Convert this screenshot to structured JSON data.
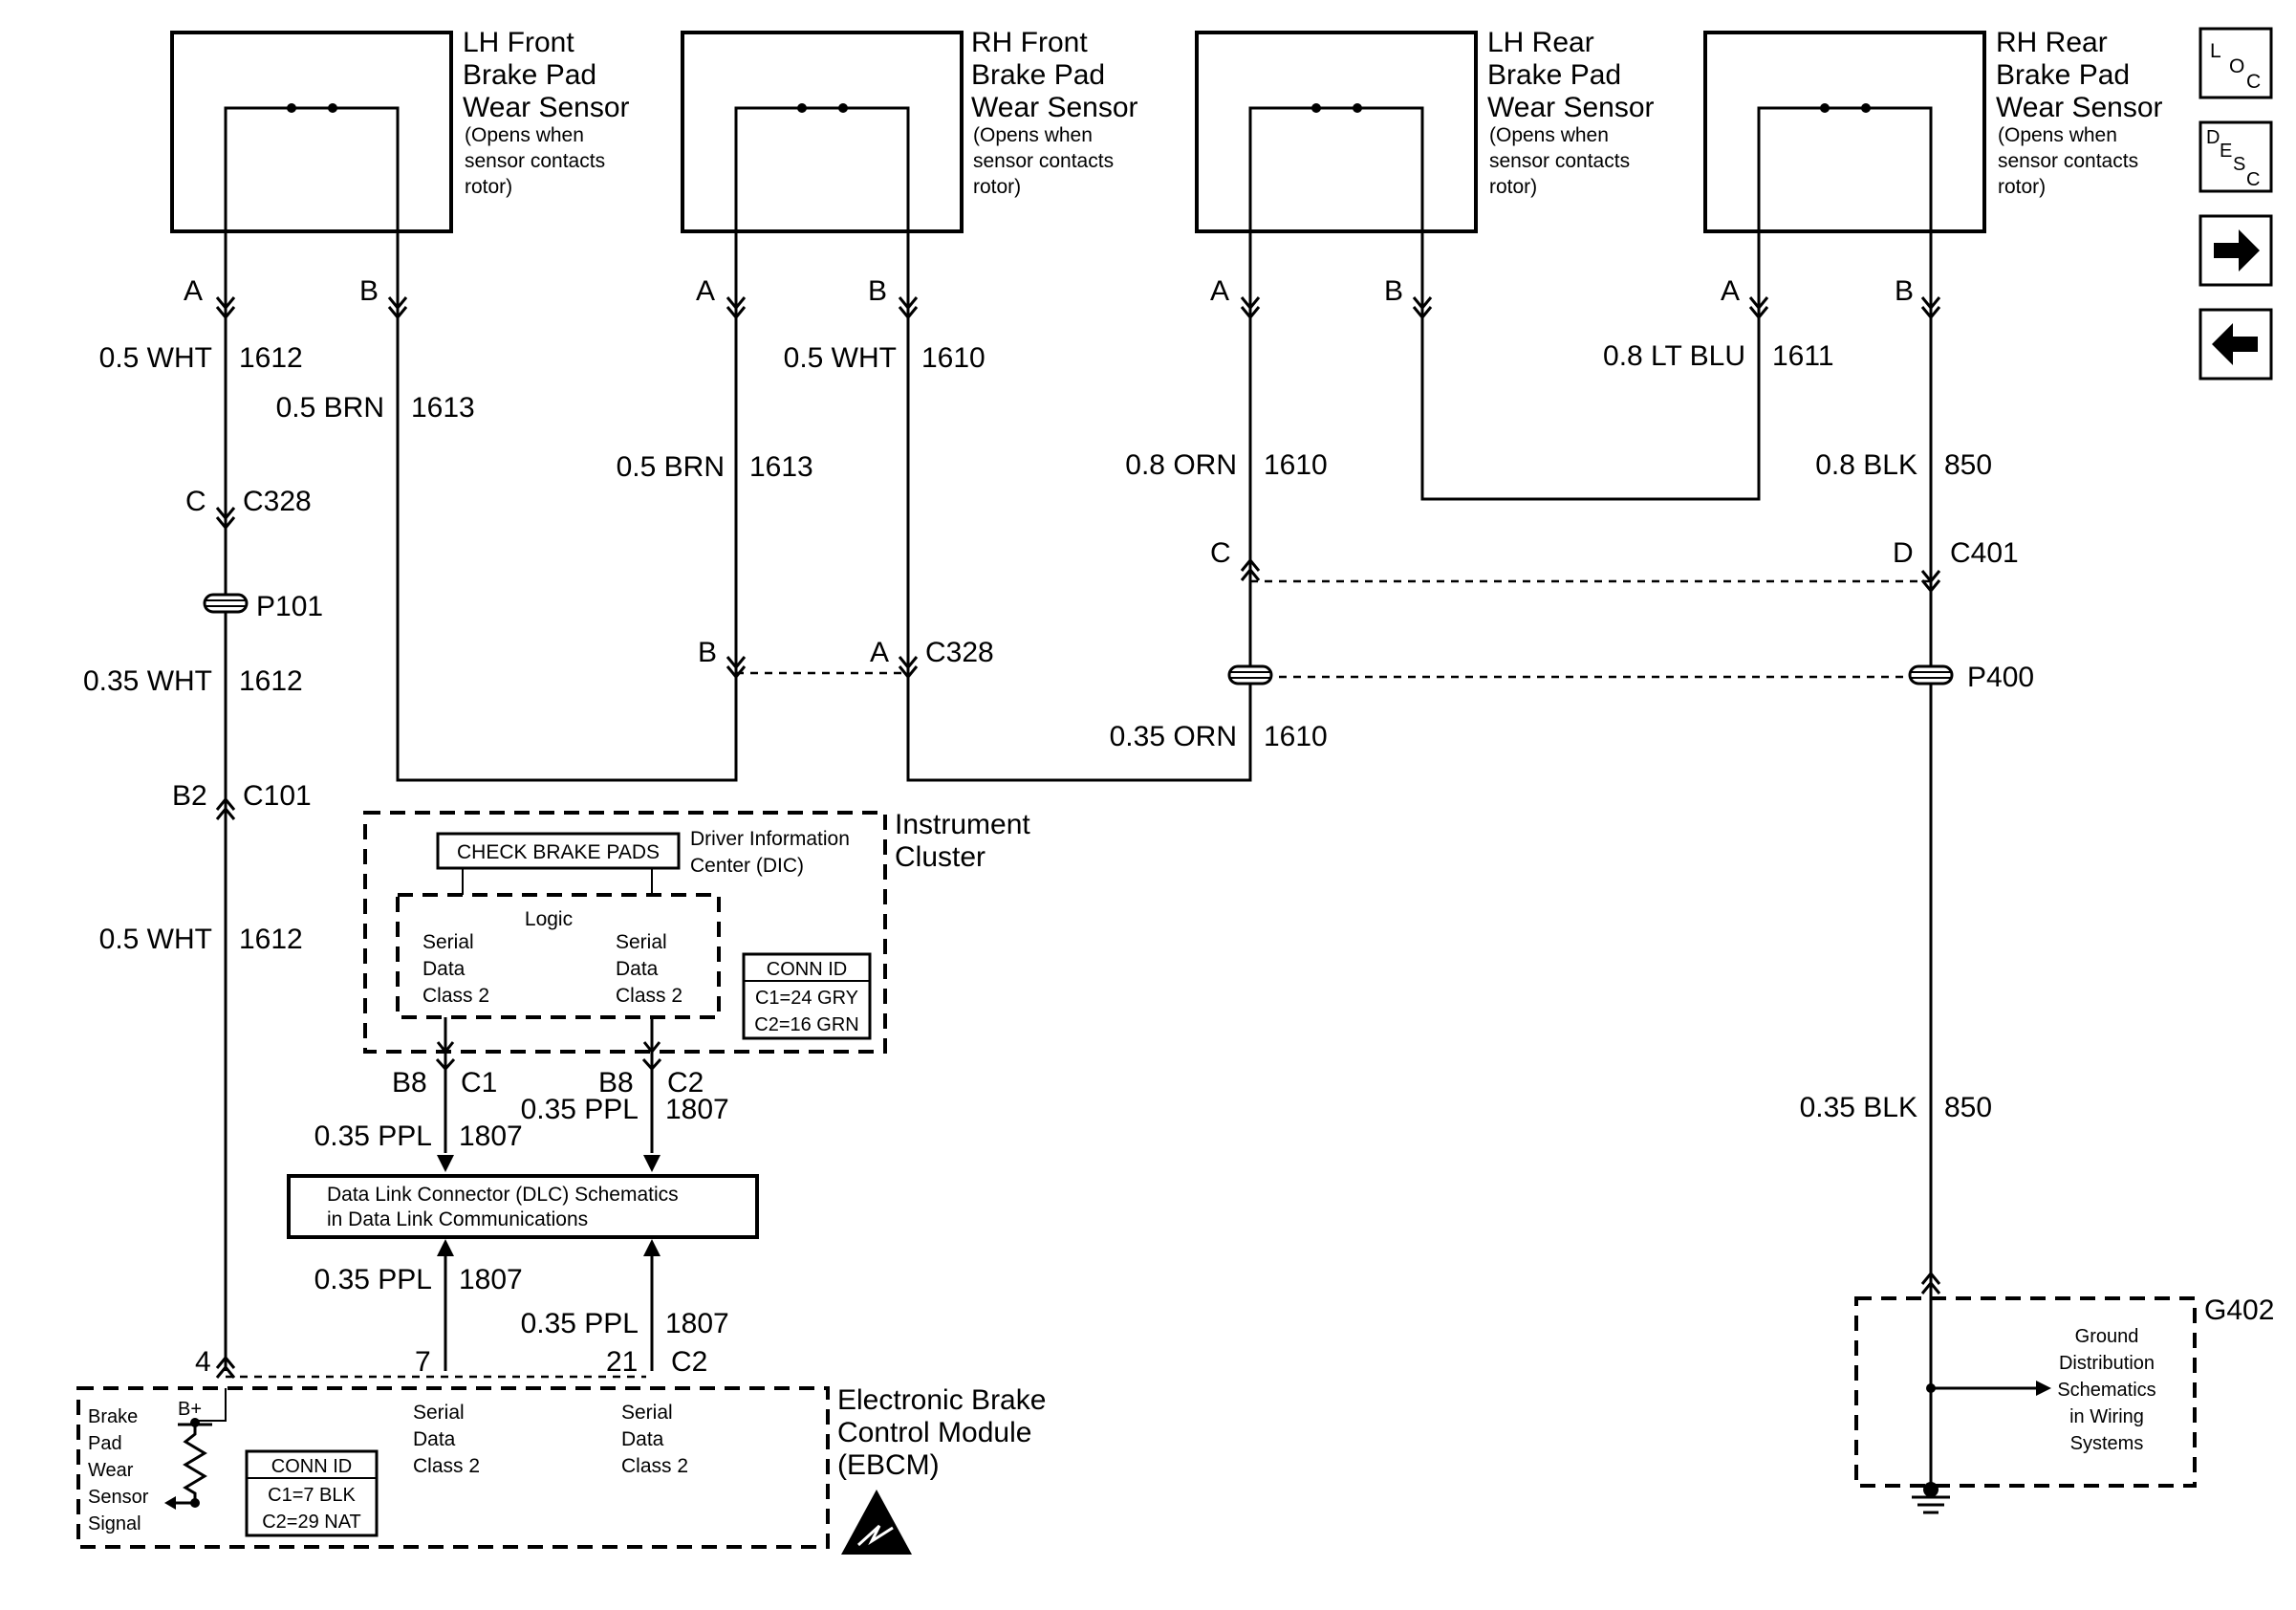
{
  "sensors": [
    {
      "line1": "LH Front",
      "line2": "Brake Pad",
      "line3": "Wear Sensor",
      "note1": "(Opens when",
      "note2": "sensor contacts",
      "note3": "rotor)"
    },
    {
      "line1": "RH Front",
      "line2": "Brake Pad",
      "line3": "Wear Sensor",
      "note1": "(Opens when",
      "note2": "sensor contacts",
      "note3": "rotor)"
    },
    {
      "line1": "LH Rear",
      "line2": "Brake Pad",
      "line3": "Wear Sensor",
      "note1": "(Opens when",
      "note2": "sensor contacts",
      "note3": "rotor)"
    },
    {
      "line1": "RH Rear",
      "line2": "Brake Pad",
      "line3": "Wear Sensor",
      "note1": "(Opens when",
      "note2": "sensor contacts",
      "note3": "rotor)"
    }
  ],
  "pins": {
    "a": "A",
    "b": "B",
    "c": "C",
    "d": "D",
    "b2": "B2",
    "b8": "B8",
    "p4": "4",
    "p7": "7",
    "p21": "21"
  },
  "wires": {
    "lf_a_color": "0.5 WHT",
    "lf_a_circuit": "1612",
    "lf_b_color": "0.5 BRN",
    "lf_b_circuit": "1613",
    "rf_a_color": "0.5 BRN",
    "rf_a_circuit": "1613",
    "rf_b_color": "0.5 WHT",
    "rf_b_circuit": "1610",
    "lr_a_color": "0.8 ORN",
    "lr_a_circuit": "1610",
    "rr_a_color": "0.8 LT BLU",
    "rr_a_circuit": "1611",
    "rr_b_color": "0.8 BLK",
    "rr_b_circuit": "850",
    "lf_mid_color": "0.35 WHT",
    "lf_mid_circuit": "1612",
    "lr_low_color": "0.35 ORN",
    "lr_low_circuit": "1610",
    "lf_low_color": "0.5 WHT",
    "lf_low_circuit": "1612",
    "ppl_color": "0.35 PPL",
    "ppl_circuit": "1807",
    "gnd_color": "0.35 BLK",
    "gnd_circuit": "850"
  },
  "connectors": {
    "c328": "C328",
    "c401": "C401",
    "c101": "C101",
    "c1": "C1",
    "c2": "C2",
    "p101": "P101",
    "p400": "P400",
    "g402": "G402"
  },
  "cluster": {
    "title1": "Instrument",
    "title2": "Cluster",
    "indicator": "CHECK BRAKE PADS",
    "dic1": "Driver Information",
    "dic2": "Center (DIC)",
    "logic": "Logic",
    "serial1": "Serial",
    "serial2": "Data",
    "serial3": "Class 2",
    "conn_id": "CONN ID",
    "conn_c1": "C1=24 GRY",
    "conn_c2": "C2=16 GRN"
  },
  "dlc": {
    "line1": "Data Link Connector (DLC) Schematics",
    "line2": "in Data Link Communications"
  },
  "ebcm": {
    "title1": "Electronic Brake",
    "title2": "Control Module",
    "title3": "(EBCM)",
    "bplus": "B+",
    "sig1": "Brake",
    "sig2": "Pad",
    "sig3": "Wear",
    "sig4": "Sensor",
    "sig5": "Signal",
    "conn_id": "CONN ID",
    "conn_c1": "C1=7 BLK",
    "conn_c2": "C2=29 NAT"
  },
  "ground": {
    "line1": "Ground",
    "line2": "Distribution",
    "line3": "Schematics",
    "line4": "in Wiring",
    "line5": "Systems"
  },
  "nav": {
    "loc_big": "L",
    "loc_o": "O",
    "loc_c": "C",
    "desc_d": "D",
    "desc_e": "E",
    "desc_s": "S",
    "desc_c": "C"
  }
}
